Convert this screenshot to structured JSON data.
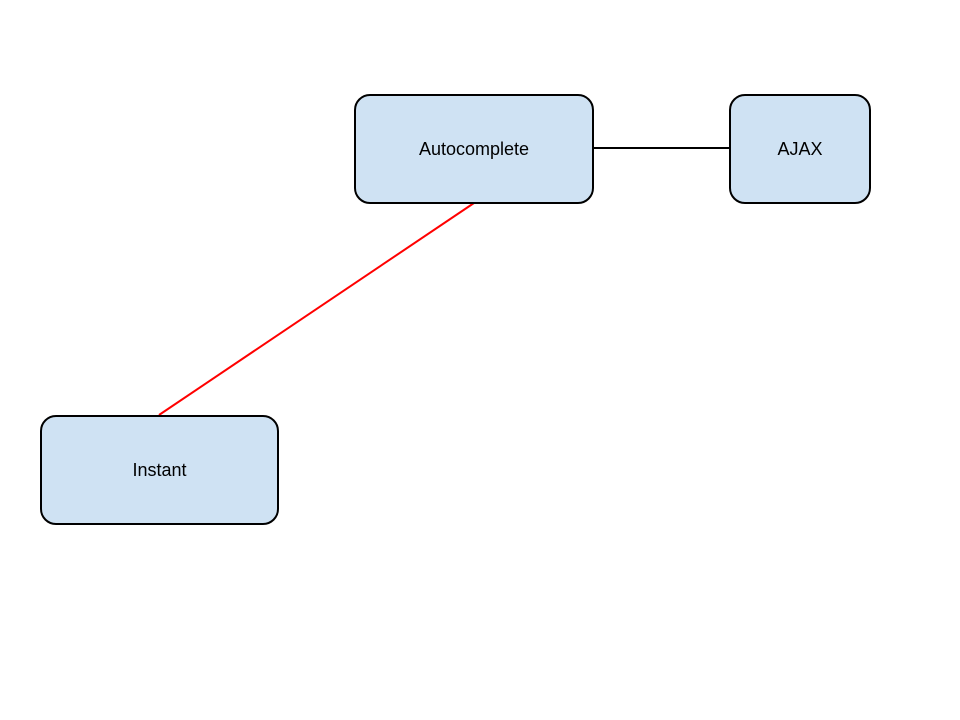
{
  "diagram": {
    "nodes": [
      {
        "id": "autocomplete",
        "label": "Autocomplete"
      },
      {
        "id": "ajax",
        "label": "AJAX"
      },
      {
        "id": "instant",
        "label": "Instant"
      }
    ],
    "edges": [
      {
        "from": "autocomplete",
        "to": "ajax",
        "color": "#000000"
      },
      {
        "from": "autocomplete",
        "to": "instant",
        "color": "#ff0000"
      }
    ]
  },
  "colors": {
    "node_fill": "#cfe2f3",
    "node_border": "#000000",
    "edge_black": "#000000",
    "edge_red": "#ff0000",
    "background": "#ffffff"
  }
}
